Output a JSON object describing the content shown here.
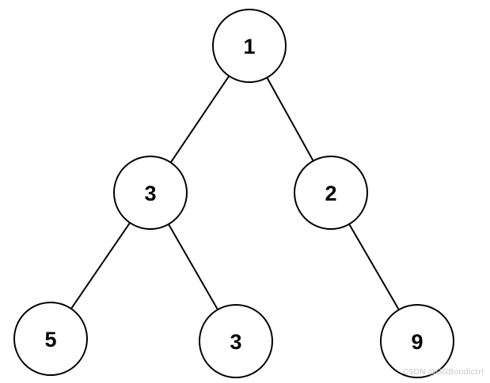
{
  "tree": {
    "nodes": [
      {
        "id": "n1",
        "label": "1"
      },
      {
        "id": "n2",
        "label": "3"
      },
      {
        "id": "n3",
        "label": "2"
      },
      {
        "id": "n4",
        "label": "5"
      },
      {
        "id": "n5",
        "label": "3"
      },
      {
        "id": "n6",
        "label": "9"
      }
    ],
    "edges": [
      [
        "n1",
        "n2"
      ],
      [
        "n1",
        "n3"
      ],
      [
        "n2",
        "n4"
      ],
      [
        "n2",
        "n5"
      ],
      [
        "n3",
        "n6"
      ]
    ]
  },
  "watermark": "CSDN @GGBondlctrl"
}
